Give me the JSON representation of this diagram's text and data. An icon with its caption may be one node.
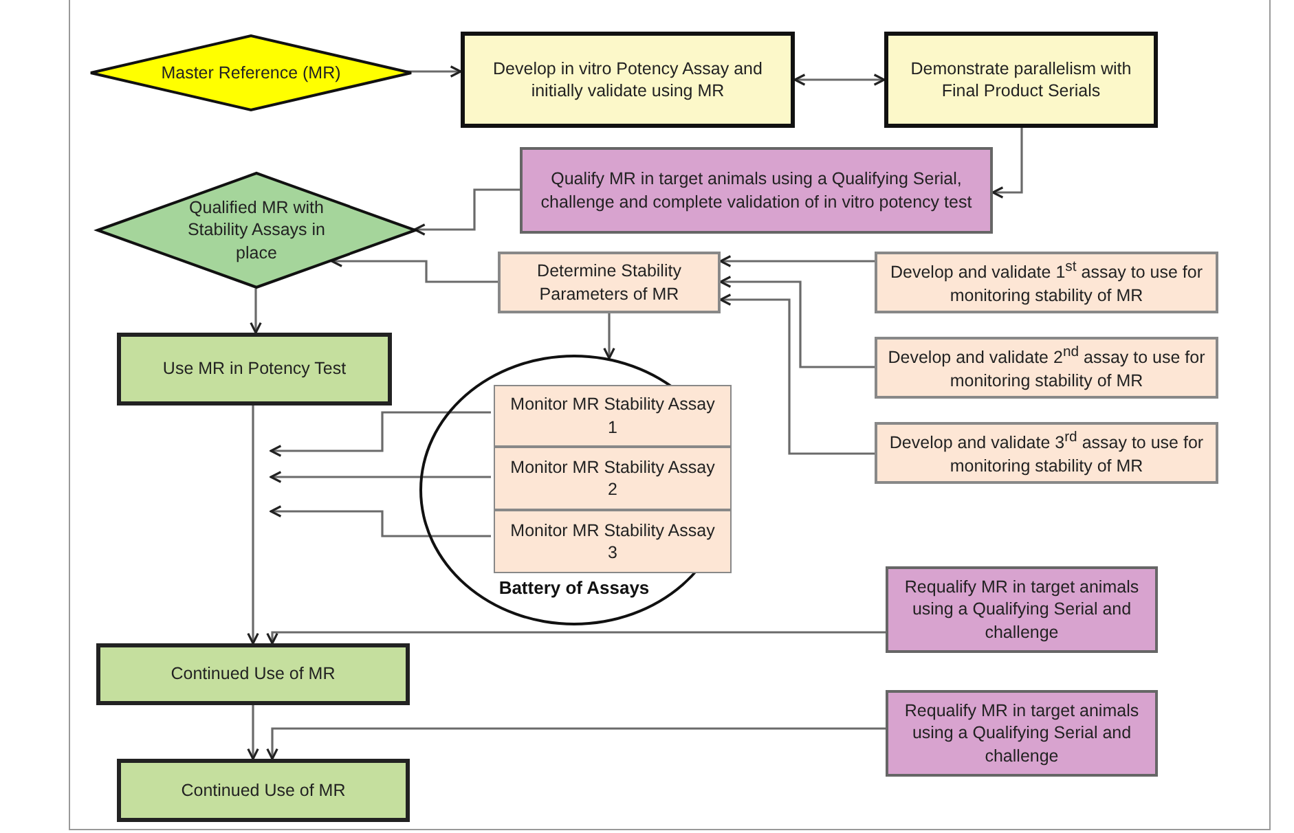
{
  "diagram": {
    "nodes": [
      {
        "text": [
          "Master Reference (MR)"
        ]
      },
      {
        "text": [
          "Develop in vitro Potency Assay and initially validate using MR"
        ]
      },
      {
        "text": [
          "Demonstrate parallelism with Final Product Serials"
        ]
      },
      {
        "text": [
          "Qualify MR in target animals using a Qualifying Serial, challenge and complete validation of in vitro potency test"
        ]
      },
      {
        "text": [
          "Qualified MR with Stability Assays in place"
        ]
      },
      {
        "text": [
          "Determine Stability Parameters of MR"
        ]
      },
      {
        "text": [
          "Develop and validate 1$^{st}$ assay to use for monitoring stability of MR"
        ]
      },
      {
        "text": [
          "Develop and validate 2$^{nd}$ assay to use for monitoring stability of MR"
        ]
      },
      {
        "text": [
          "Develop and validate 3$^{rd}$ assay to use for monitoring stability of MR"
        ]
      },
      {
        "text": [
          "Use MR in Potency Test"
        ]
      },
      {
        "text": [
          "Battery of Assays"
        ]
      },
      {
        "text": [
          "Monitor MR Stability Assay 1"
        ],
        "in": 10
      },
      {
        "text": [
          "Monitor MR Stability Assay 2"
        ],
        "in": 10
      },
      {
        "text": [
          "Monitor MR Stability Assay 3"
        ],
        "in": 10
      },
      {
        "text": [
          "Requalify  MR in target animals using a Qualifying Serial and challenge"
        ]
      },
      {
        "text": [
          "Continued Use of MR"
        ]
      },
      {
        "text": [
          "Requalify  MR in target animals using a Qualifying Serial and challenge"
        ]
      },
      {
        "text": [
          "Continued Use of MR"
        ]
      }
    ],
    "edges": [
      {
        "from": 0,
        "to": 1,
        "arrow": "to"
      },
      {
        "from": 1,
        "to": 2,
        "arrow": "both"
      },
      {
        "from": 2,
        "to": 3,
        "arrow": "to"
      },
      {
        "from": 3,
        "to": 4,
        "arrow": "to"
      },
      {
        "from": 5,
        "to": 4,
        "arrow": "to"
      },
      {
        "from": 6,
        "to": 5,
        "arrow": "to"
      },
      {
        "from": 7,
        "to": 5,
        "arrow": "to"
      },
      {
        "from": 8,
        "to": 5,
        "arrow": "to"
      },
      {
        "from": 4,
        "to": 9,
        "arrow": "to"
      },
      {
        "from": 5,
        "to": 10,
        "arrow": "to"
      },
      {
        "from": 11,
        "to": null,
        "arrow": "to"
      },
      {
        "from": 12,
        "to": null,
        "arrow": "to"
      },
      {
        "from": 13,
        "to": null,
        "arrow": "to"
      },
      {
        "from": 9,
        "to": 15,
        "arrow": "to"
      },
      {
        "from": 14,
        "to": 15,
        "arrow": "to"
      },
      {
        "from": 15,
        "to": 17,
        "arrow": "to"
      },
      {
        "from": 16,
        "to": 17,
        "arrow": "to"
      }
    ]
  }
}
